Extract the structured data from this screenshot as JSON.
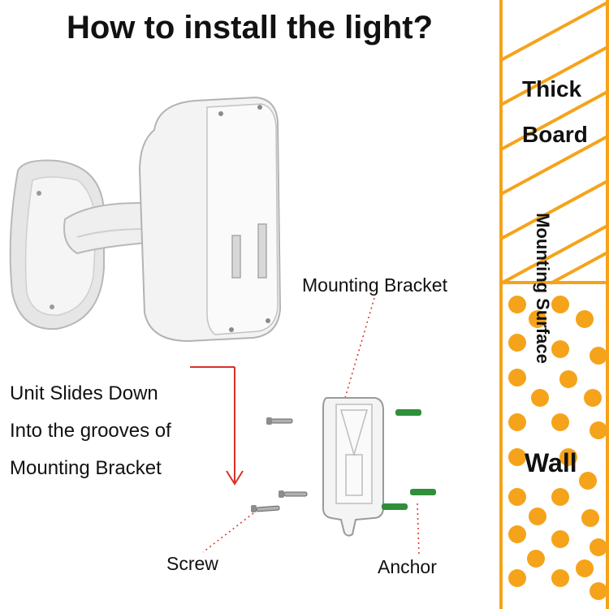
{
  "title": "How to install the light?",
  "labels": {
    "mounting_bracket": "Mounting Bracket",
    "screw": "Screw",
    "anchor": "Anchor"
  },
  "instructions": [
    "Unit Slides Down",
    "Into the grooves of",
    "Mounting Bracket"
  ],
  "wall_panel": {
    "board_label_line1": "Thick",
    "board_label_line2": "Board",
    "surface_label": "Mounting Surface",
    "wall_label": "Wall"
  },
  "colors": {
    "orange": "#f5a31a",
    "arrow_red": "#d93025",
    "anchor_green": "#2f8f3a",
    "device_white": "#f2f2f2",
    "device_shadow": "#c9c9c9"
  }
}
